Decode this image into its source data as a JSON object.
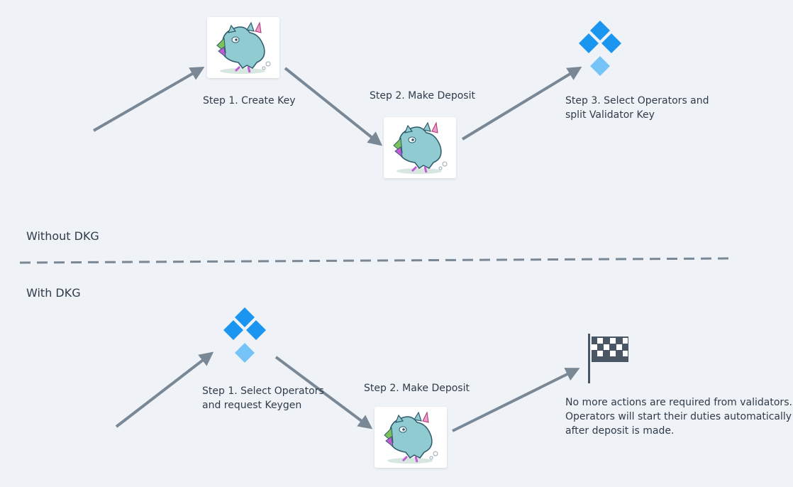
{
  "without_dkg": {
    "section_label": "Without DKG",
    "step1_label": "Step 1. Create Key",
    "step2_label": "Step 2. Make Deposit",
    "step3_label": "Step 3. Select Operators and\nsplit Validator Key"
  },
  "with_dkg": {
    "section_label": "With DKG",
    "step1_label": "Step 1. Select Operators\nand request Keygen",
    "step2_label": "Step 2. Make Deposit",
    "final_text": "No more actions are required from validators.\nOperators will start their duties automatically\nafter deposit is made."
  },
  "icons": {
    "mascot": "rhino-mascot-icon",
    "operators": "ssv-diamond-logo-icon",
    "finish": "checkered-flag-icon"
  },
  "colors": {
    "background": "#eff3f7",
    "arrow": "#7a8896",
    "divider": "#7a8896",
    "diamond_dark": "#1a95f0",
    "diamond_light": "#76c3f7",
    "flag": "#4a5663",
    "text": "#2f3b48"
  }
}
